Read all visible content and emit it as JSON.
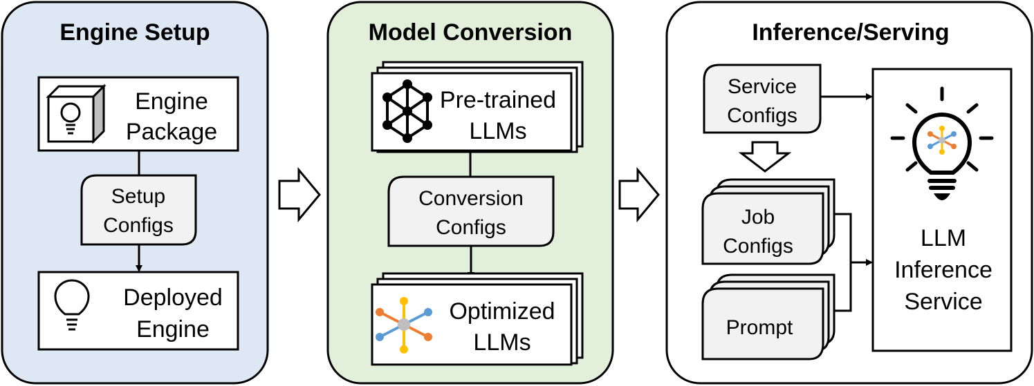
{
  "colors": {
    "engine_bg": "#dee8f5",
    "conversion_bg": "#e2efda",
    "inference_bg": "#ffffff",
    "note_fill": "#f2f2f2",
    "stroke": "#000000",
    "accent_orange": "#ed7d31",
    "accent_blue": "#5b9bd5",
    "accent_yellow": "#ffc000",
    "accent_gray": "#bfbfbf"
  },
  "panels": {
    "engine": {
      "title": "Engine Setup",
      "package": [
        "Engine",
        "Package"
      ],
      "configs": [
        "Setup",
        "Configs"
      ],
      "deployed": [
        "Deployed",
        "Engine"
      ]
    },
    "conversion": {
      "title": "Model Conversion",
      "pretrained": [
        "Pre-trained",
        "LLMs"
      ],
      "configs": [
        "Conversion",
        "Configs"
      ],
      "optimized": [
        "Optimized",
        "LLMs"
      ]
    },
    "inference": {
      "title": "Inference/Serving",
      "service_configs": [
        "Service",
        "Configs"
      ],
      "job_configs": [
        "Job",
        "Configs"
      ],
      "prompt": "Prompt",
      "service": [
        "LLM",
        "Inference",
        "Service"
      ]
    }
  },
  "icons": {
    "engine_package": "package-lightbulb-icon",
    "deployed_engine": "lightbulb-icon",
    "pretrained": "network-hexagon-icon",
    "optimized": "optimized-network-icon",
    "service": "glowing-lightbulb-icon"
  }
}
